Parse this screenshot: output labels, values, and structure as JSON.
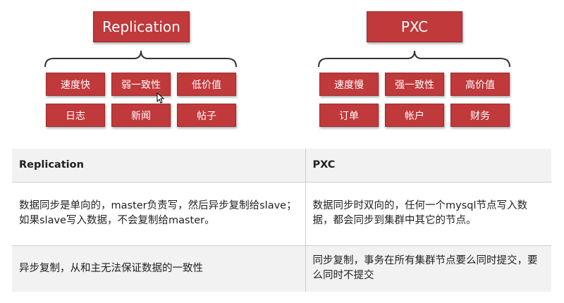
{
  "left_group": {
    "title": "Replication",
    "row1": [
      "速度快",
      "弱一致性",
      "低价值"
    ],
    "row2": [
      "日志",
      "新闻",
      "帖子"
    ]
  },
  "right_group": {
    "title": "PXC",
    "row1": [
      "速度慢",
      "强一致性",
      "高价值"
    ],
    "row2": [
      "订单",
      "帐户",
      "财务"
    ]
  },
  "table": {
    "headers": [
      "Replication",
      "PXC"
    ],
    "rows": [
      [
        "数据同步是单向的，master负责写，然后异步复制给slave；如果slave写入数据，不会复制给master。",
        "数据同步时双向的，任何一个mysql节点写入数据，都会同步到集群中其它的节点。"
      ],
      [
        "异步复制，从和主无法保证数据的一致性",
        "同步复制，事务在所有集群节点要么同时提交，要么同时不提交"
      ]
    ]
  },
  "colors": {
    "box_fill": "#c0393b",
    "box_border": "#9d2a2c",
    "row_alt": "#f2f2f2"
  }
}
